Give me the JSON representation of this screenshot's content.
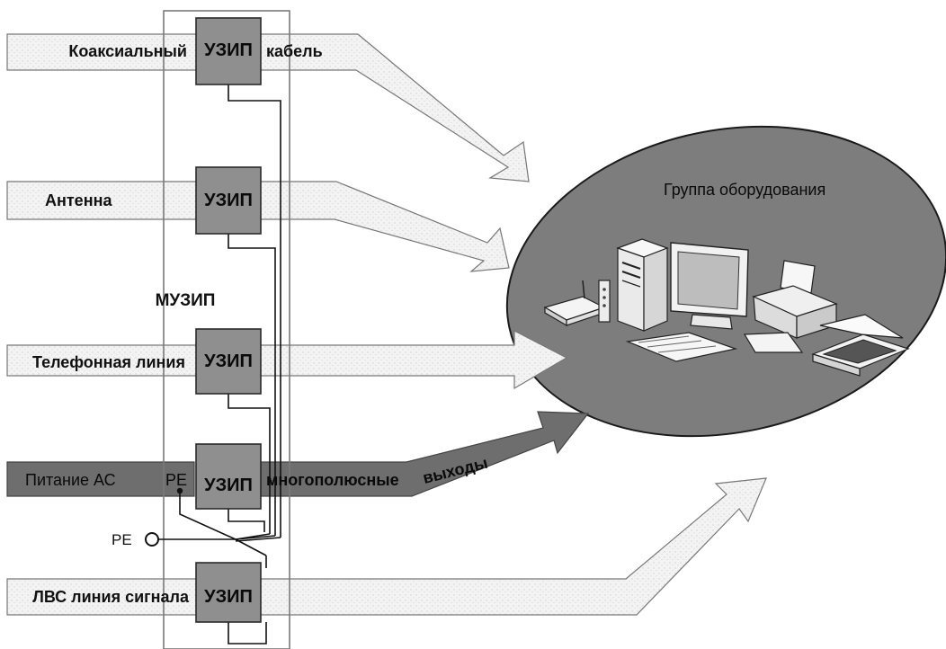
{
  "module": {
    "label": "МУЗИП"
  },
  "spd_label": "УЗИП",
  "inputs": [
    {
      "label": "Коаксиальный",
      "suffix": "кабель"
    },
    {
      "label": "Антенна"
    },
    {
      "label": "Телефонная линия"
    },
    {
      "label": "Питание АС",
      "pe": "PE",
      "suffix": "многополюсные",
      "outputs": "выходы"
    },
    {
      "label": "ЛВС линия сигнала"
    }
  ],
  "ground": {
    "label": "PE"
  },
  "equipment": {
    "label": "Группа оборудования"
  },
  "colors": {
    "box": "#8f8f8f",
    "box_border": "#2a2a2a",
    "ellipse": "#7d7d7d",
    "dark_band": "#6e6e6e",
    "light_band": "#f1f1f1"
  }
}
